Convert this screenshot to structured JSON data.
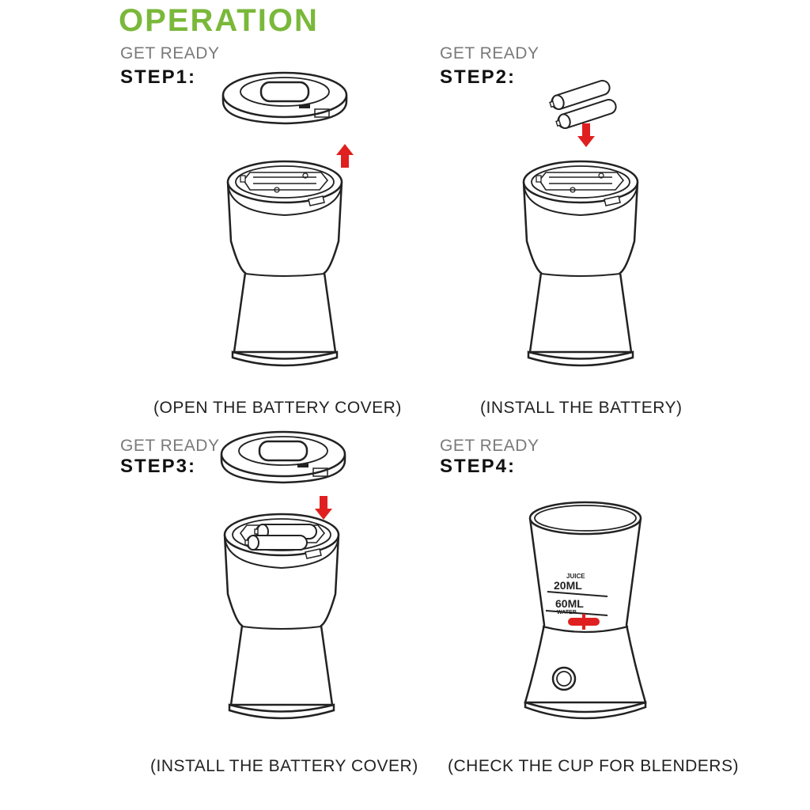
{
  "title": "OPERATION",
  "steps": [
    {
      "get_ready": "GET READY",
      "label": "STEP1:",
      "caption": "(OPEN THE BATTERY COVER)"
    },
    {
      "get_ready": "GET READY",
      "label": "STEP2:",
      "caption": "(INSTALL THE BATTERY)"
    },
    {
      "get_ready": "GET READY",
      "label": "STEP3:",
      "caption": "(INSTALL THE BATTERY COVER)"
    },
    {
      "get_ready": "GET READY",
      "label": "STEP4:",
      "caption": "(CHECK THE CUP FOR BLENDERS)"
    }
  ],
  "cup_markings": {
    "juice_label": "JUICE",
    "juice_volume": "20ML",
    "water_volume": "60ML",
    "water_label": "WATER"
  },
  "colors": {
    "accent_green": "#7ab83a",
    "arrow_red": "#e02020"
  },
  "icons": {
    "arrow_up": "arrow-up-icon",
    "arrow_down": "arrow-down-icon",
    "power_button": "power-button-icon"
  }
}
